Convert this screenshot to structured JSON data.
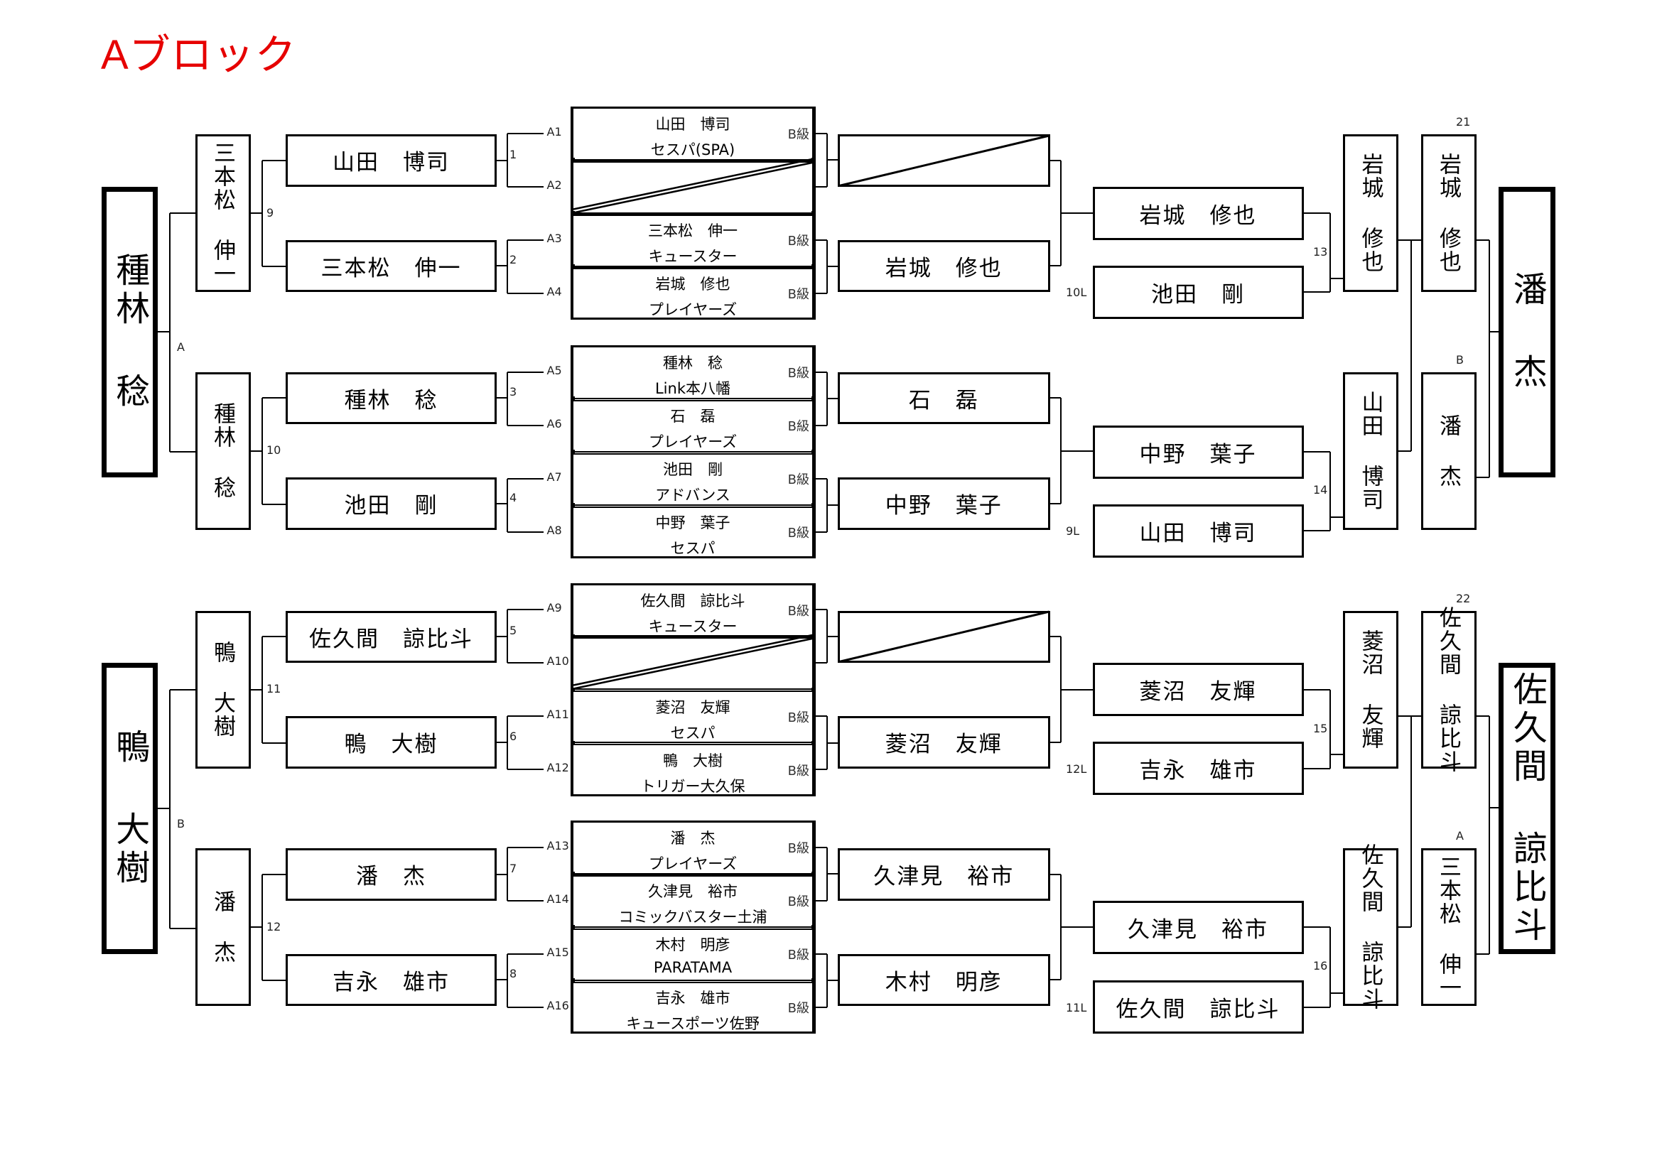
{
  "title": "Aブロック",
  "left_finals": [
    {
      "name": "種林 稔",
      "label": "A"
    },
    {
      "name": "鴨 大樹",
      "label": "B"
    }
  ],
  "left_semis": [
    {
      "name": "三本松 伸一",
      "match": "9"
    },
    {
      "name": "種林 稔",
      "match": "10"
    },
    {
      "name": "鴨 大樹",
      "match": "11"
    },
    {
      "name": "潘 杰",
      "match": "12"
    }
  ],
  "left_r1": [
    {
      "name": "山田　博司",
      "match": "1"
    },
    {
      "name": "三本松　伸一",
      "match": "2"
    },
    {
      "name": "種林　稔",
      "match": "3"
    },
    {
      "name": "池田　剛",
      "match": "4"
    },
    {
      "name": "佐久間　諒比斗",
      "match": "5"
    },
    {
      "name": "鴨　大樹",
      "match": "6"
    },
    {
      "name": "潘　杰",
      "match": "7"
    },
    {
      "name": "吉永　雄市",
      "match": "8"
    }
  ],
  "entries": [
    {
      "seed": "A1",
      "name": "山田　博司",
      "club": "セスパ(SPA)",
      "grade": "B級",
      "bye": false
    },
    {
      "seed": "A2",
      "name": "",
      "club": "",
      "grade": "",
      "bye": true
    },
    {
      "seed": "A3",
      "name": "三本松　伸一",
      "club": "キュースター",
      "grade": "B級",
      "bye": false
    },
    {
      "seed": "A4",
      "name": "岩城　修也",
      "club": "プレイヤーズ",
      "grade": "B級",
      "bye": false
    },
    {
      "seed": "A5",
      "name": "種林　稔",
      "club": "Link本八幡",
      "grade": "B級",
      "bye": false
    },
    {
      "seed": "A6",
      "name": "石　磊",
      "club": "プレイヤーズ",
      "grade": "B級",
      "bye": false
    },
    {
      "seed": "A7",
      "name": "池田　剛",
      "club": "アドバンス",
      "grade": "B級",
      "bye": false
    },
    {
      "seed": "A8",
      "name": "中野　葉子",
      "club": "セスパ",
      "grade": "B級",
      "bye": false
    },
    {
      "seed": "A9",
      "name": "佐久間　諒比斗",
      "club": "キュースター",
      "grade": "B級",
      "bye": false
    },
    {
      "seed": "A10",
      "name": "",
      "club": "",
      "grade": "",
      "bye": true
    },
    {
      "seed": "A11",
      "name": "菱沼　友輝",
      "club": "セスパ",
      "grade": "B級",
      "bye": false
    },
    {
      "seed": "A12",
      "name": "鴨　大樹",
      "club": "トリガー大久保",
      "grade": "B級",
      "bye": false
    },
    {
      "seed": "A13",
      "name": "潘　杰",
      "club": "プレイヤーズ",
      "grade": "B級",
      "bye": false
    },
    {
      "seed": "A14",
      "name": "久津見　裕市",
      "club": "コミックバスター土浦",
      "grade": "B級",
      "bye": false
    },
    {
      "seed": "A15",
      "name": "木村　明彦",
      "club": "PARATAMA",
      "grade": "B級",
      "bye": false
    },
    {
      "seed": "A16",
      "name": "吉永　雄市",
      "club": "キュースポーツ佐野",
      "grade": "B級",
      "bye": false
    }
  ],
  "right_r1": [
    {
      "name": "",
      "bye": true
    },
    {
      "name": "岩城　修也",
      "bye": false
    },
    {
      "name": "石　磊",
      "bye": false
    },
    {
      "name": "中野　葉子",
      "bye": false
    },
    {
      "name": "",
      "bye": true
    },
    {
      "name": "菱沼　友輝",
      "bye": false
    },
    {
      "name": "久津見　裕市",
      "bye": false
    },
    {
      "name": "木村　明彦",
      "bye": false
    }
  ],
  "right_r2": [
    {
      "name": "岩城　修也",
      "label": ""
    },
    {
      "name": "池田　剛",
      "label": "10L"
    },
    {
      "name": "中野　葉子",
      "label": ""
    },
    {
      "name": "山田　博司",
      "label": "9L"
    },
    {
      "name": "菱沼　友輝",
      "label": ""
    },
    {
      "name": "吉永　雄市",
      "label": "12L"
    },
    {
      "name": "久津見　裕市",
      "label": ""
    },
    {
      "name": "佐久間　諒比斗",
      "label": "11L"
    }
  ],
  "right_r3": [
    {
      "name": "岩城 修也",
      "match": "13"
    },
    {
      "name": "山田 博司",
      "match": "14"
    },
    {
      "name": "菱沼 友輝",
      "match": "15"
    },
    {
      "name": "佐久間 諒比斗",
      "match": "16"
    }
  ],
  "right_r4": [
    {
      "name": "岩城 修也",
      "label": "21"
    },
    {
      "name": "潘 杰",
      "label": "B"
    },
    {
      "name": "佐久間 諒比斗",
      "label": "22"
    },
    {
      "name": "三本松 伸一",
      "label": "A"
    }
  ],
  "right_finals": [
    {
      "name": "潘 杰"
    },
    {
      "name": "佐久間 諒比斗"
    }
  ]
}
